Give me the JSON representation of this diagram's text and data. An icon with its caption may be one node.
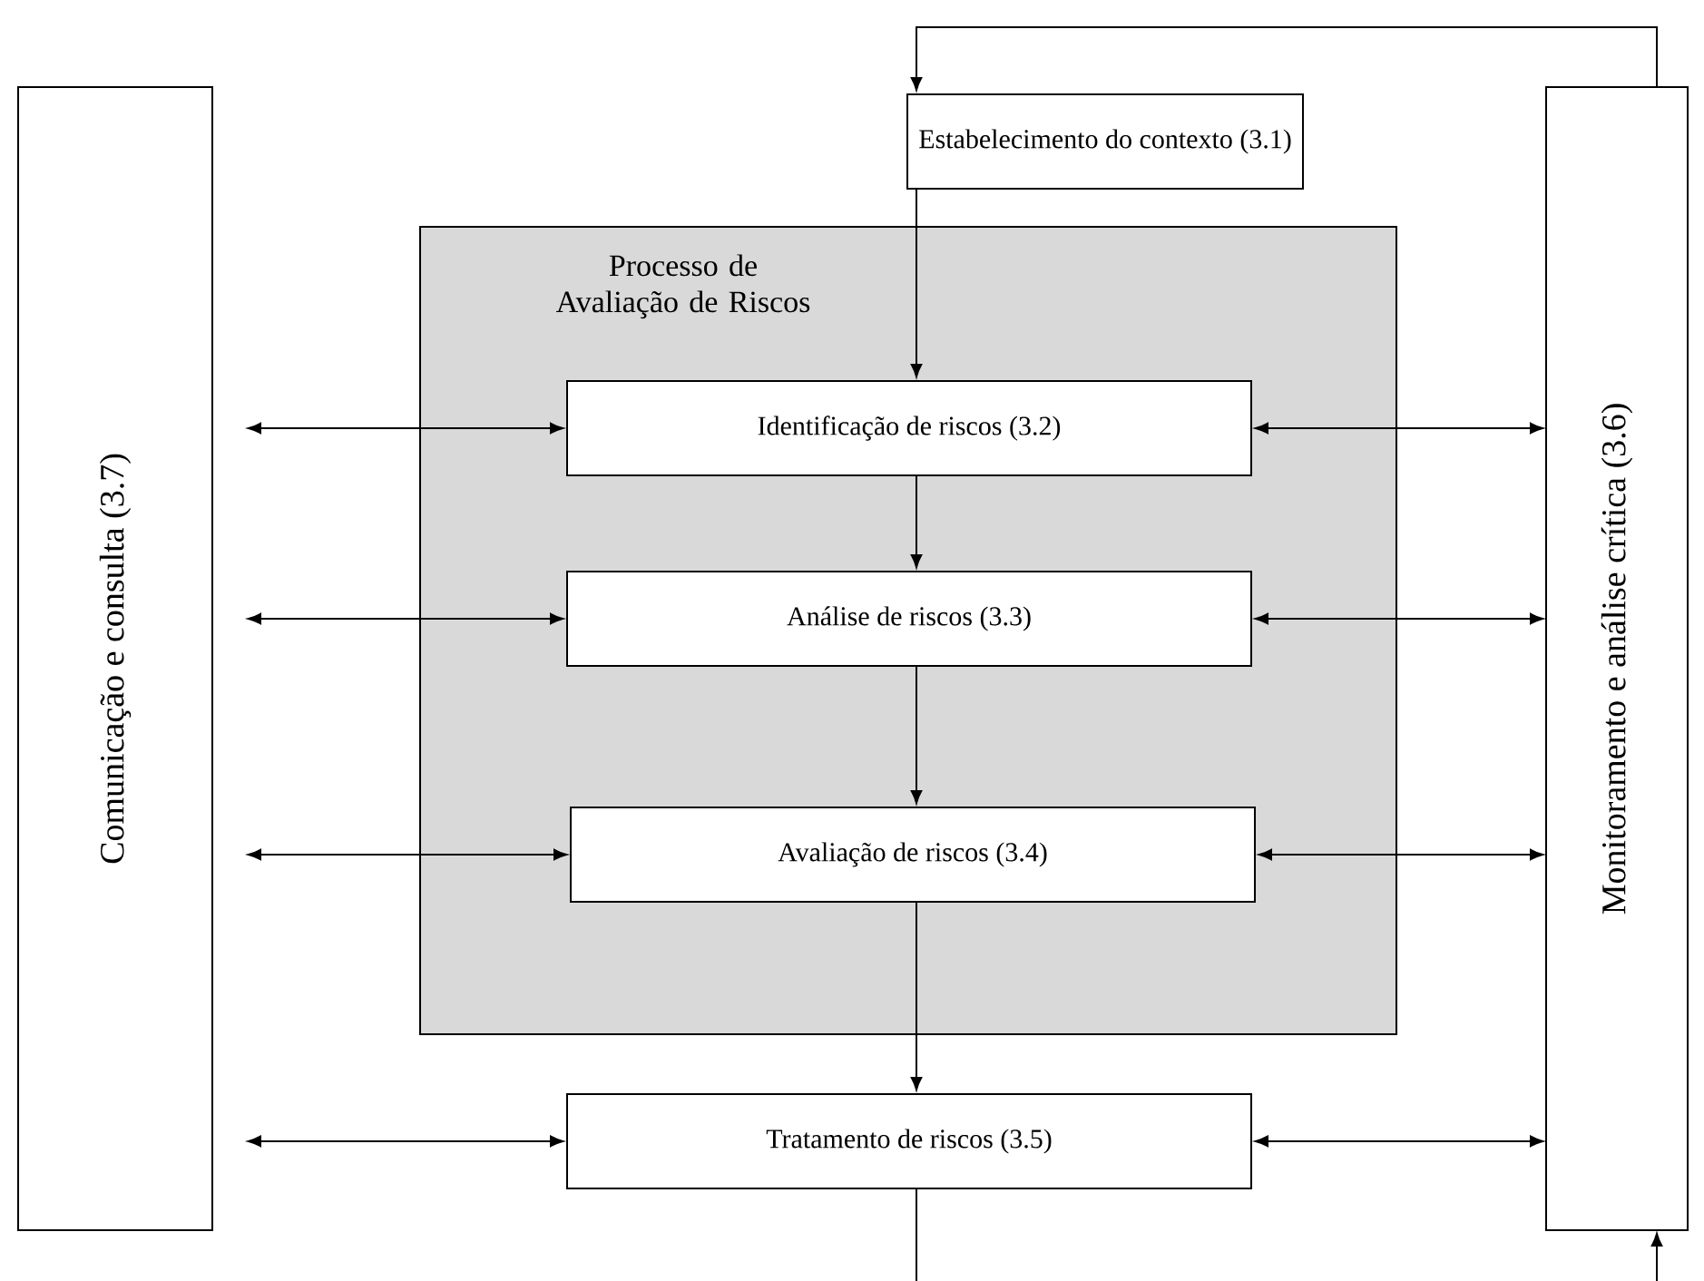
{
  "diagram": {
    "nodes": [
      {
        "text": [
          "Estabelecimento do contexto (3.1)"
        ]
      },
      {
        "text": [
          "Processo de Avaliação de Riscos"
        ]
      },
      {
        "text": [
          "Identificação de riscos (3.2)"
        ],
        "in": 1
      },
      {
        "text": [
          "Análise de riscos (3.3)"
        ],
        "in": 1
      },
      {
        "text": [
          "Avaliação de riscos (3.4)"
        ],
        "in": 1
      },
      {
        "text": [
          "Tratamento de riscos (3.5)"
        ]
      },
      {
        "text": [
          "Comunicação e consulta (3.7)"
        ]
      },
      {
        "text": [
          "Monitoramento e análise crítica (3.6)"
        ]
      }
    ],
    "edges": [
      {
        "from": 0,
        "to": 2,
        "arrow": "to"
      },
      {
        "from": 2,
        "to": 3,
        "arrow": "to"
      },
      {
        "from": 3,
        "to": 4,
        "arrow": "to"
      },
      {
        "from": 4,
        "to": 5,
        "arrow": "to"
      },
      {
        "from": 6,
        "to": 2,
        "arrow": "both"
      },
      {
        "from": 6,
        "to": 3,
        "arrow": "both"
      },
      {
        "from": 6,
        "to": 4,
        "arrow": "both"
      },
      {
        "from": 6,
        "to": 5,
        "arrow": "both"
      },
      {
        "from": 2,
        "to": 7,
        "arrow": "both"
      },
      {
        "from": 3,
        "to": 7,
        "arrow": "both"
      },
      {
        "from": 4,
        "to": 7,
        "arrow": "both"
      },
      {
        "from": 5,
        "to": 7,
        "arrow": "both"
      },
      {
        "from": 7,
        "to": 0,
        "arrow": "to"
      },
      {
        "from": 5,
        "to": null,
        "arrow": "none"
      },
      {
        "from": null,
        "to": 7,
        "arrow": "to"
      }
    ]
  }
}
